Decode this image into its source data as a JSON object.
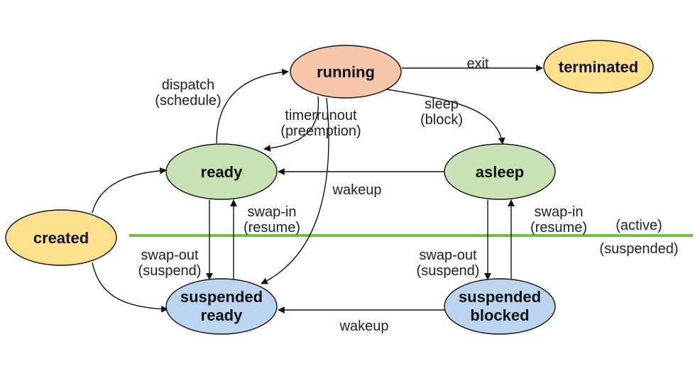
{
  "colors": {
    "running_fill": "#f6c6a8",
    "terminated_fill": "#fde08c",
    "created_fill": "#fde08c",
    "ready_fill": "#c9e2b3",
    "asleep_fill": "#c9e2b3",
    "suspended_fill": "#bcd5ee",
    "divider": "#6fc23a"
  },
  "states": {
    "running": "running",
    "terminated": "terminated",
    "ready": "ready",
    "asleep": "asleep",
    "created": "created",
    "suspended_ready_line1": "suspended",
    "suspended_ready_line2": "ready",
    "suspended_blocked_line1": "suspended",
    "suspended_blocked_line2": "blocked"
  },
  "transitions": {
    "exit": "exit",
    "dispatch_line1": "dispatch",
    "dispatch_line2": "(schedule)",
    "timerrunout_line1": "timerrunout",
    "timerrunout_line2": "(preemption)",
    "sleep_line1": "sleep",
    "sleep_line2": "(block)",
    "wakeup_active": "wakeup",
    "swapin_left_line1": "swap-in",
    "swapin_left_line2": "(resume)",
    "swapout_left_line1": "swap-out",
    "swapout_left_line2": "(suspend)",
    "swapin_right_line1": "swap-in",
    "swapin_right_line2": "(resume)",
    "swapout_right_line1": "swap-out",
    "swapout_right_line2": "(suspend)",
    "wakeup_suspended": "wakeup"
  },
  "regions": {
    "active": "(active)",
    "suspended": "(suspended)"
  }
}
